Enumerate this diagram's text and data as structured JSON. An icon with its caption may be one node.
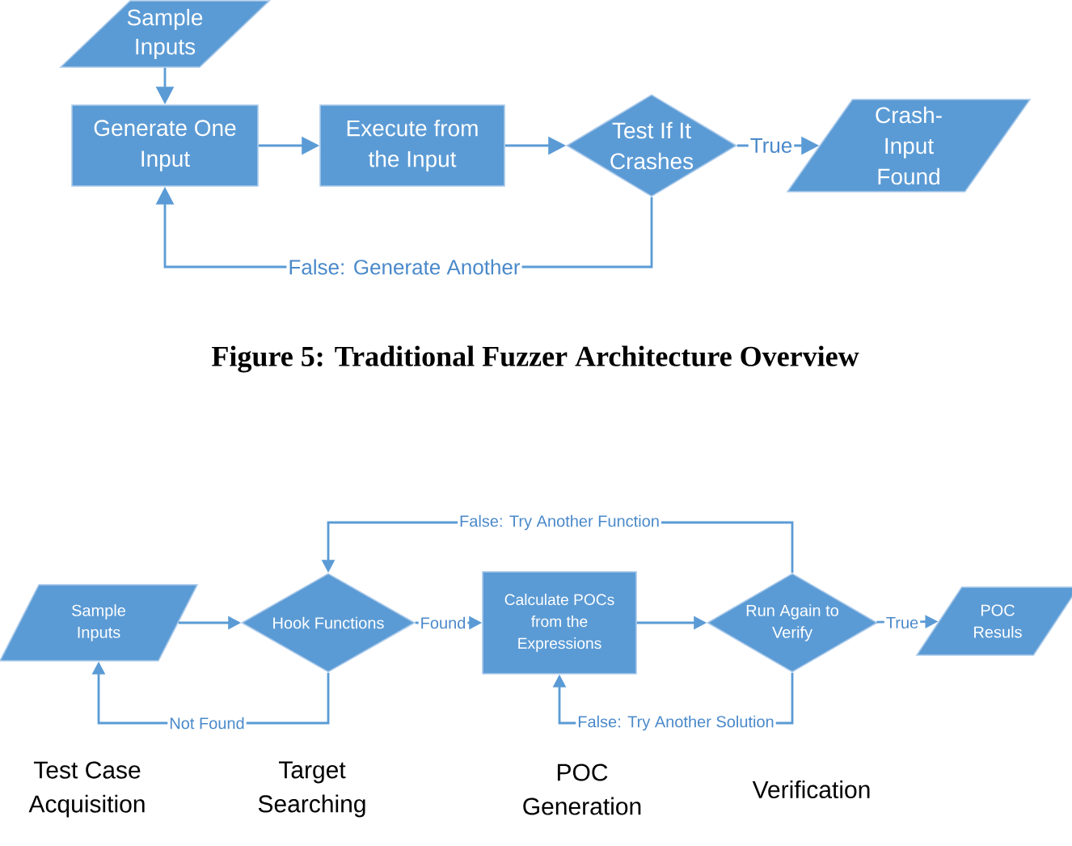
{
  "diagram": {
    "caption": "Figure 5: Traditional Fuzzer Architecture Overview",
    "nodes": [
      {
        "text": [
          "Sample Inputs"
        ]
      },
      {
        "text": [
          "Generate One Input"
        ]
      },
      {
        "text": [
          "Execute from the Input"
        ]
      },
      {
        "text": [
          "Test If It Crashes"
        ]
      },
      {
        "text": [
          "Crash-Input Found"
        ]
      },
      {
        "text": [
          "Sample Inputs"
        ]
      },
      {
        "text": [
          "Hook Functions"
        ]
      },
      {
        "text": [
          "Calculate POCs from the Expressions"
        ]
      },
      {
        "text": [
          "Run Again to Verify"
        ]
      },
      {
        "text": [
          "POC Resuls"
        ]
      }
    ],
    "edges": [
      {
        "from": 0,
        "to": 1,
        "arrow": "to"
      },
      {
        "from": 1,
        "to": 2,
        "arrow": "to"
      },
      {
        "from": 2,
        "to": 3,
        "arrow": "to"
      },
      {
        "from": 3,
        "to": 4,
        "arrow": "to",
        "label": "True"
      },
      {
        "from": 3,
        "to": 1,
        "arrow": "to",
        "label": "False: Generate Another"
      },
      {
        "from": 5,
        "to": 6,
        "arrow": "to"
      },
      {
        "from": 6,
        "to": 7,
        "arrow": "to",
        "label": "Found"
      },
      {
        "from": 7,
        "to": 8,
        "arrow": "to"
      },
      {
        "from": 8,
        "to": 9,
        "arrow": "to",
        "label": "True"
      },
      {
        "from": 8,
        "to": 6,
        "arrow": "to",
        "label": "False: Try Another Function"
      },
      {
        "from": 6,
        "to": 5,
        "arrow": "to",
        "label": "Not Found"
      },
      {
        "from": 8,
        "to": 7,
        "arrow": "to",
        "label": "False: Try Another Solution"
      }
    ],
    "labels": [
      "Test Case Acquisition",
      "Target Searching",
      "POC Generation",
      "Verification"
    ]
  }
}
